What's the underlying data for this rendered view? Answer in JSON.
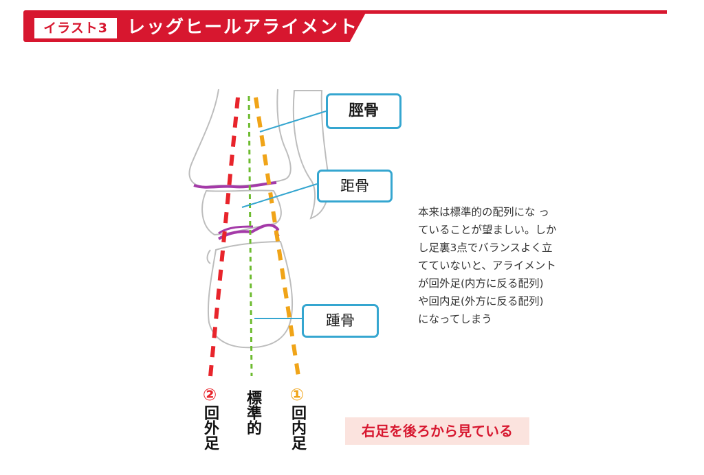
{
  "header": {
    "tag": "イラスト3",
    "title": "レッグヒールアライメント",
    "accent_color": "#d7172f"
  },
  "callouts": {
    "tibia": "脛骨",
    "talus": "距骨",
    "calcaneus": "踵骨",
    "border_color": "#35a6d0"
  },
  "description": "本来は標準的の配列にな っ\nていることが望ましい。しか\nし足裏3点でバランスよく立\nてていないと、アライメント\nが回外足(内方に反る配列)\nや回内足(外方に反る配列)\nになってしまう",
  "axis_labels": {
    "supination": {
      "mark": "②",
      "word": "回外足",
      "color": "#e8242b"
    },
    "standard": {
      "mark": "",
      "word": "標準的",
      "color": "#6dbb2f"
    },
    "pronation": {
      "mark": "①",
      "word": "回内足",
      "color": "#f0a418"
    }
  },
  "joint_line_color": "#a43aa8",
  "view_note": "右足を後ろから見ている"
}
